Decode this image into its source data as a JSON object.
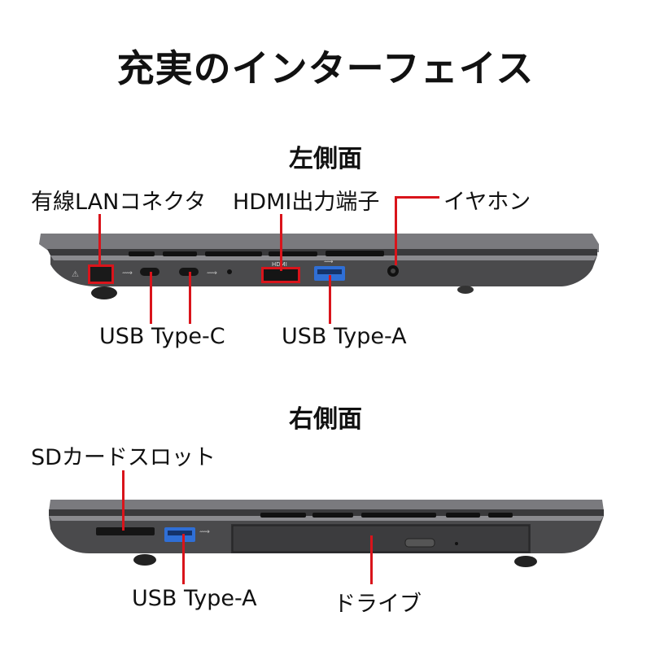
{
  "title": "充実のインターフェイス",
  "left_side": {
    "heading": "左側面",
    "labels": {
      "lan": "有線LANコネクタ",
      "hdmi": "HDMI出力端子",
      "earphone": "イヤホン",
      "usb_c": "USB Type-C",
      "usb_a": "USB Type-A"
    },
    "port_marks": {
      "hdmi": "HDMI"
    }
  },
  "right_side": {
    "heading": "右側面",
    "labels": {
      "sd": "SDカードスロット",
      "usb_a": "USB Type-A",
      "drive": "ドライブ"
    }
  },
  "colors": {
    "callout": "#d9141b",
    "chassis": "#4a4a4c",
    "chassis_dark": "#2a2a2c",
    "chassis_light": "#8a8a8e",
    "usb_a_blue": "#2f6fd6"
  }
}
